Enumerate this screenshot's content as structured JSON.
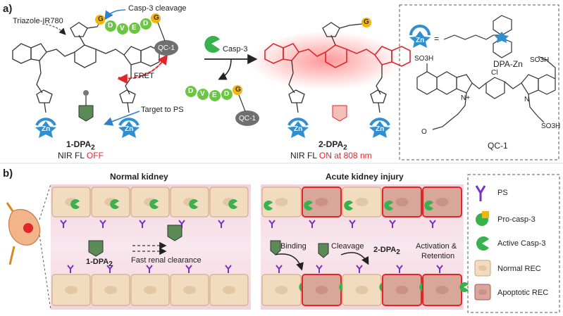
{
  "panel_a": {
    "label": "a)",
    "triazole_label": "Triazole-IR780",
    "casp3_cleavage": "Casp-3 cleavage",
    "peptide_left": [
      "G",
      "D",
      "V",
      "E",
      "D",
      "G"
    ],
    "qc1_node": "QC-1",
    "fret": "FRET",
    "target_to_ps": "Target to PS",
    "zn": "Zn",
    "compound_left": "1-DPA",
    "compound_left_sub": "2",
    "nir_left_prefix": "NIR FL ",
    "nir_left_status": "OFF",
    "casp3_arrow": "Casp-3",
    "peptide_fragment": [
      "D",
      "V",
      "E",
      "D",
      "G"
    ],
    "compound_right": "2-DPA",
    "compound_right_sub": "2",
    "nir_right_prefix": "NIR FL ",
    "nir_right_status": "ON at 808 nm",
    "right_g": "G"
  },
  "legend_box": {
    "dpa_zn_equals": "=",
    "dpa_zn_label": "DPA-Zn",
    "qc1_label": "QC-1",
    "so3h": "SO3H",
    "cl": "Cl",
    "n_plus": "N+",
    "n": "N",
    "o": "O"
  },
  "panel_b": {
    "label": "b)",
    "normal_kidney": "Normal kidney",
    "acute_injury": "Acute kidney injury",
    "compound": "1-DPA",
    "compound_sub": "2",
    "fast_renal": "Fast renal clearance",
    "binding": "Binding",
    "cleavage": "Cleavage",
    "compound2": "2-DPA",
    "compound2_sub": "2",
    "activation": "Activation &",
    "retention": "Retention"
  },
  "legend_b": [
    {
      "label": "PS"
    },
    {
      "label": "Pro-casp-3"
    },
    {
      "label": "Active Casp-3"
    },
    {
      "label": "Normal REC"
    },
    {
      "label": "Apoptotic REC"
    }
  ],
  "colors": {
    "peptide_green": "#6cc644",
    "g_yellow": "#f5b50f",
    "qc1_gray": "#6f6f6f",
    "fret_red": "#e0262b",
    "ps_purple": "#7a2fc6",
    "zn_blue": "#2f8fd1",
    "cell_beige": "#f1dcc0",
    "apoptotic": "#d9a79a"
  }
}
